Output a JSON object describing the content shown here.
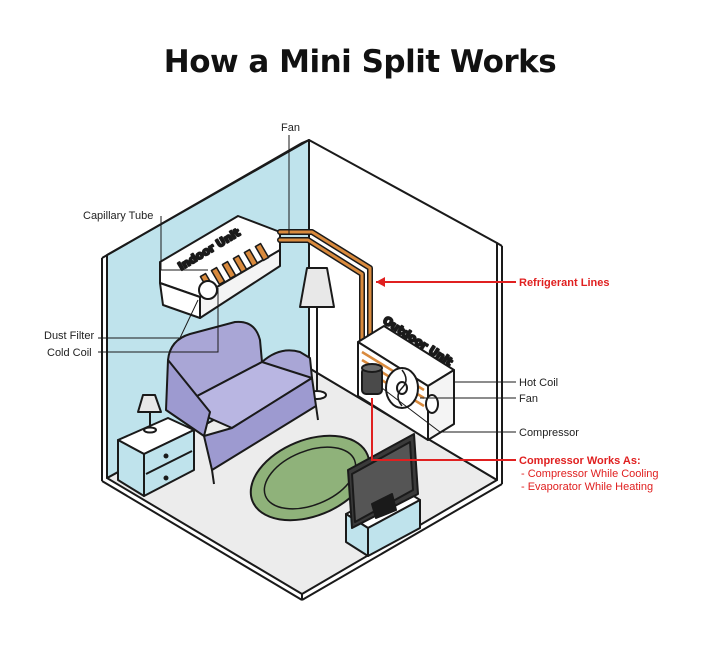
{
  "title": "How a Mini Split Works",
  "units": {
    "indoor": "Indoor Unit",
    "outdoor": "Outdoor Unit"
  },
  "labels": {
    "fan_top": "Fan",
    "capillary_tube": "Capillary Tube",
    "dust_filter": "Dust Filter",
    "cold_coil": "Cold Coil",
    "refrigerant_lines": "Refrigerant Lines",
    "hot_coil": "Hot Coil",
    "fan_outdoor": "Fan",
    "compressor": "Compressor",
    "compressor_works_as": "Compressor Works As:",
    "compressor_mode_1": "- Compressor While Cooling",
    "compressor_mode_2": "- Evaporator While Heating"
  },
  "colors": {
    "wall": "#bfe3ec",
    "floor": "#ececec",
    "outline": "#1a1a1a",
    "sofa": "#a9a6d6",
    "rug": "#8fb27a",
    "pipe": "#d98a3d",
    "accent_red": "#e02020"
  }
}
